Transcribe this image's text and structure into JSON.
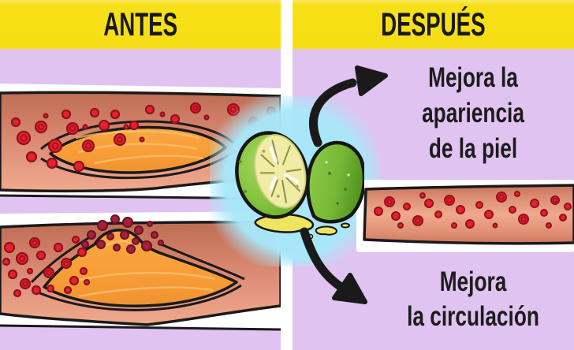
{
  "header": {
    "antes": "ANTES",
    "despues": "DESPUÉS"
  },
  "labels": {
    "skin": {
      "line1": "Mejora la",
      "line2": "apariencia",
      "line3": "de la piel"
    },
    "circulation": {
      "line1": "Mejora",
      "line2": "la circulación"
    }
  },
  "illustrations": {
    "left_top": "blocked artery with cholesterol plaque and red blood cells",
    "left_bottom": "ruptured artery plaque with escaping blood cells",
    "center": "cut lime with juice on cyan glow",
    "right": "healthy artery with free-flowing red blood cells"
  },
  "palette": {
    "header_yellow": "#f6de15",
    "panel_lavender": "#e0c3f0",
    "divider_white": "#ffffff",
    "artery_salmon": "#d98770",
    "plaque_orange": "#f8a23f",
    "blood_red": "#e8202c",
    "rupture_maroon": "#a62039",
    "glow_cyan": "#a8e7f9",
    "lime_green": "#82c13d",
    "lime_pulp": "#f0eca6",
    "juice_yellow": "#efe45f",
    "ink_black": "#1a1a1a"
  }
}
